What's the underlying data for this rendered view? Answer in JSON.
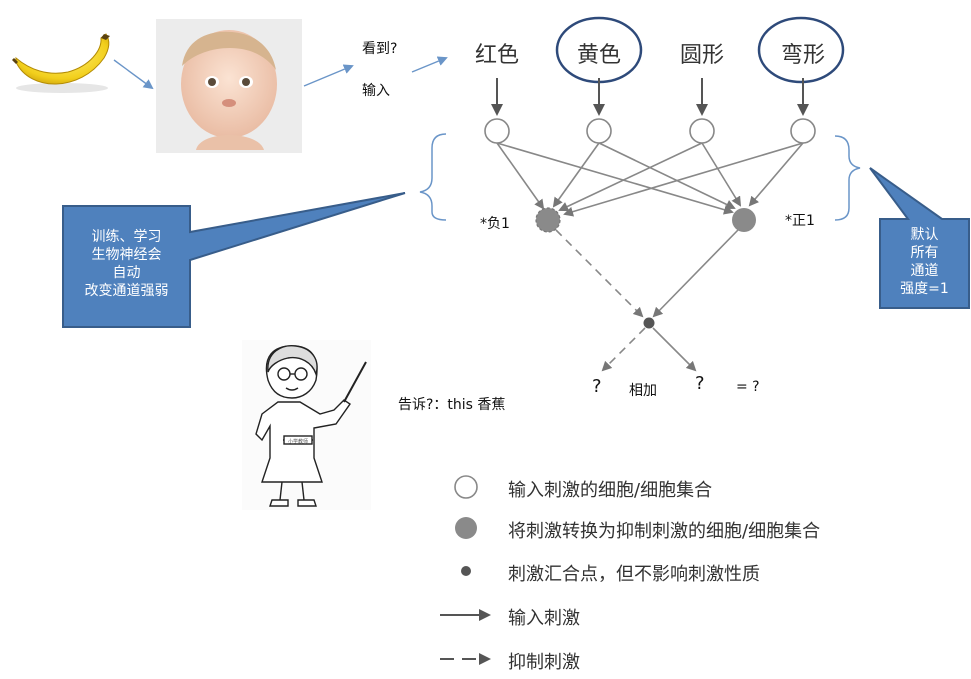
{
  "labels": {
    "see_question": "看到?",
    "input": "输入",
    "neg_weight": "*负1",
    "pos_weight": "*正1",
    "q_left": "?",
    "sum": "相加",
    "q_right": "?",
    "equals": "= ?",
    "tell": "告诉?：this 香蕉"
  },
  "features": [
    "红色",
    "黄色",
    "圆形",
    "弯形"
  ],
  "callouts": {
    "left": [
      "训练、学习",
      "生物神经会",
      "自动",
      "改变通道强弱"
    ],
    "right": [
      "默认",
      "所有",
      "通道",
      "强度=1"
    ]
  },
  "teacher_badge": "小学教师",
  "legend": [
    {
      "symbol": "open-circle",
      "text": "输入刺激的细胞/细胞集合"
    },
    {
      "symbol": "gray-circle",
      "text": "将刺激转换为抑制刺激的细胞/细胞集合"
    },
    {
      "symbol": "dot",
      "text": "刺激汇合点，但不影响刺激性质"
    },
    {
      "symbol": "solid-arrow",
      "text": "输入刺激"
    },
    {
      "symbol": "dashed-arrow",
      "text": "抑制刺激"
    }
  ],
  "colors": {
    "callout_fill": "#4f81bd",
    "callout_border": "#385d8a",
    "highlight_ring": "#2e4a7a",
    "gray_node": "#8a8a8a",
    "line": "#777777"
  }
}
